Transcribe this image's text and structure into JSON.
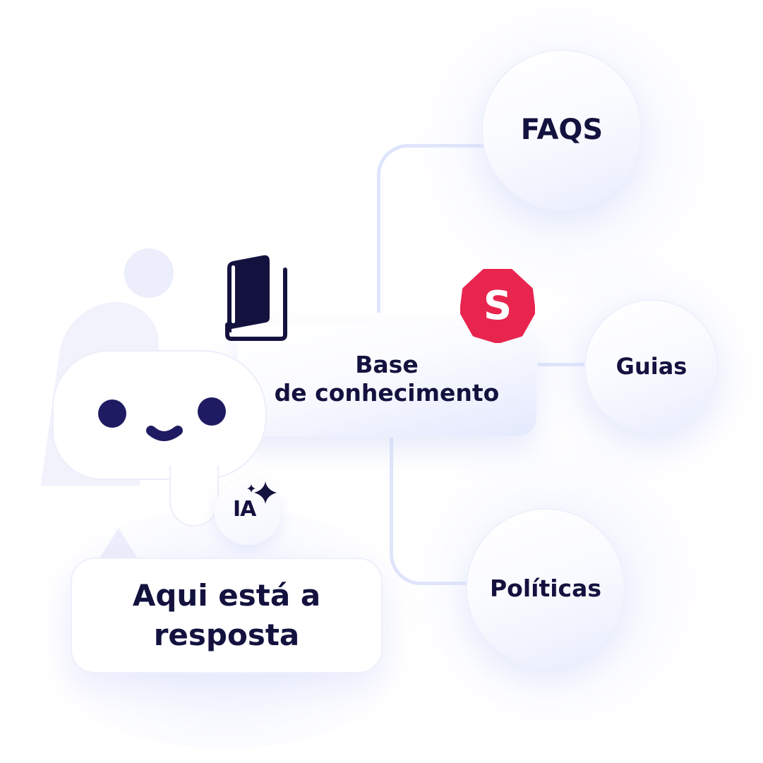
{
  "central_node": {
    "label_line1": "Base",
    "label_line2": "de conhecimento",
    "icon": "book-icon",
    "brand_badge": {
      "letter": "S",
      "color": "#e8254f",
      "shape": "octagon"
    }
  },
  "branches": [
    {
      "label": "FAQS",
      "position": "top-right"
    },
    {
      "label": "Guias",
      "position": "right"
    },
    {
      "label": "Políticas",
      "position": "bottom-right"
    }
  ],
  "assistant": {
    "face_icon": "smiling-chat-bubble-icon",
    "badge_label": "IA",
    "badge_icon": "sparkles-icon",
    "user_icon": "person-icon"
  },
  "response_bubble": {
    "line1": "Aqui está a",
    "line2": "resposta"
  },
  "colors": {
    "text": "#13123f",
    "face_features": "#1f1b62",
    "brand_red": "#e8254f",
    "connector": "#dfe5fb",
    "accent_lavender": "#eceefb"
  }
}
